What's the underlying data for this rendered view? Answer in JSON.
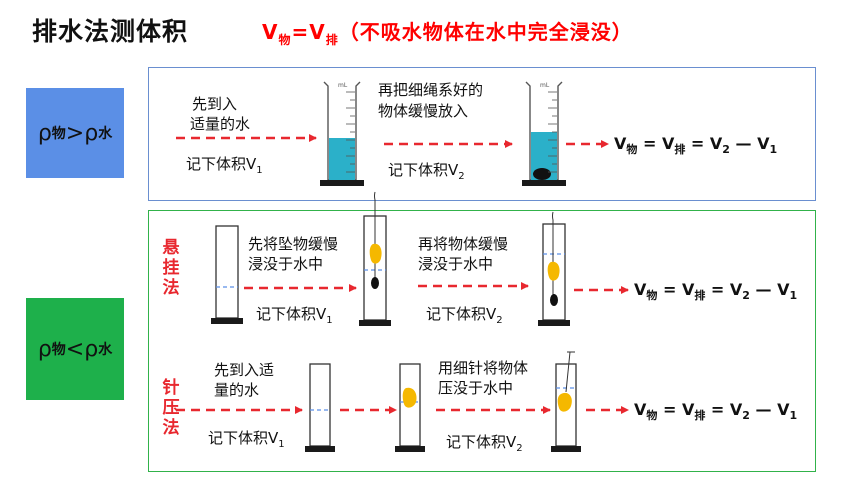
{
  "header": {
    "title": "排水法测体积",
    "subtitle_prefix": "V",
    "subtitle_sub1": "物",
    "subtitle_mid": "=V",
    "subtitle_sub2": "排",
    "subtitle_suffix": "（不吸水物体在水中完全浸没）"
  },
  "labels": {
    "rho": "ρ",
    "sub_wu": "物",
    "sub_shui": "水",
    "gt": ">",
    "lt": "<",
    "sub_pai": "排",
    "dash": "—",
    "v": "V",
    "eq": "=",
    "v1": "1",
    "v2": "2",
    "ml": "mL"
  },
  "top": {
    "step1": [
      "先到入",
      "适量的水"
    ],
    "record1": "记下体积V",
    "step2": [
      "再把细绳系好的",
      "物体缓慢放入"
    ],
    "record2": "记下体积V"
  },
  "hang": {
    "method": [
      "悬",
      "挂",
      "法"
    ],
    "step1": [
      "先将坠物缓慢",
      "浸没于水中"
    ],
    "record1": "记下体积V",
    "step2": [
      "再将物体缓慢",
      "浸没于水中"
    ],
    "record2": "记下体积V"
  },
  "needle": {
    "method": [
      "针",
      "压",
      "法"
    ],
    "step1": [
      "先到入适",
      "量的水"
    ],
    "record1": "记下体积V",
    "step2": [
      "用细针将物体",
      "压没于水中"
    ],
    "record2": "记下体积V"
  },
  "colors": {
    "red": "#e8282f",
    "blue_panel": "#6a8fd0",
    "green_panel": "#31b24a",
    "blue_tag": "#5b8fe6",
    "green_tag": "#1eb04b",
    "water": "#2bb0c9",
    "object_yellow": "#f5b800"
  }
}
